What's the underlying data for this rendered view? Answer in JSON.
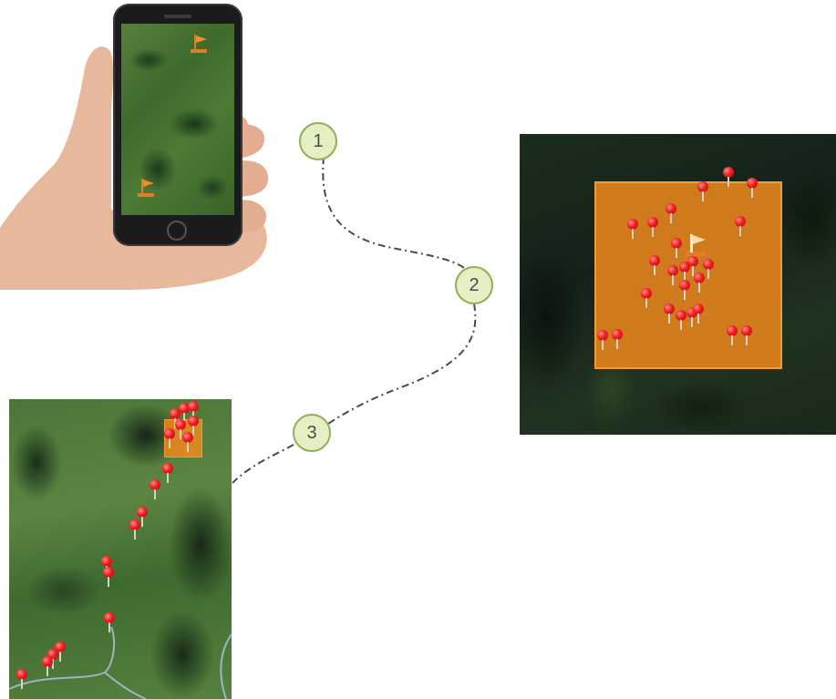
{
  "steps": [
    {
      "number": "1"
    },
    {
      "number": "2"
    },
    {
      "number": "3"
    }
  ],
  "colors": {
    "step_fill": "#e5efc4",
    "step_border": "#8fae57",
    "pin_red": "#ee1d1d",
    "zone_orange": "#f08a1c",
    "forest_dark": "#1a2b1a"
  },
  "icons": {
    "phone": "smartphone-icon",
    "hand": "hand-icon",
    "flag": "flag-marker-icon",
    "pin": "map-pin-icon"
  }
}
